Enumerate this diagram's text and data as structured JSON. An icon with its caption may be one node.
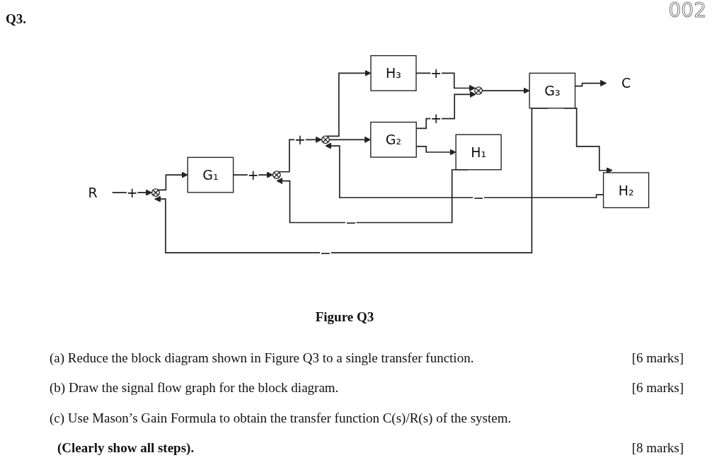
{
  "diagram": {
    "title": "Q3.",
    "caption": "Figure Q3",
    "nodes": [
      {
        "text": [
          "R"
        ]
      },
      {
        "text": [],
        "shape": "circle"
      },
      {
        "text": [
          "G₁"
        ]
      },
      {
        "text": [],
        "shape": "circle"
      },
      {
        "text": [],
        "shape": "circle"
      },
      {
        "text": [
          "H₃"
        ]
      },
      {
        "text": [
          "G₂"
        ]
      },
      {
        "text": [
          "H₁"
        ]
      },
      {
        "text": [
          "H₂"
        ]
      },
      {
        "text": [],
        "shape": "circle"
      },
      {
        "text": [
          "G₃"
        ]
      },
      {
        "text": [
          "C"
        ]
      }
    ],
    "edges": [
      {
        "from": 0,
        "to": 1,
        "arrow": "to",
        "label": "+"
      },
      {
        "from": 1,
        "to": 2,
        "arrow": "to"
      },
      {
        "from": 2,
        "to": 3,
        "arrow": "to",
        "label": "+"
      },
      {
        "from": 3,
        "to": 4,
        "arrow": "to",
        "label": "+"
      },
      {
        "from": 4,
        "to": 5,
        "arrow": "to"
      },
      {
        "from": 4,
        "to": 6,
        "arrow": "to"
      },
      {
        "from": 5,
        "to": 9,
        "arrow": "to",
        "label": "+"
      },
      {
        "from": 6,
        "to": 9,
        "arrow": "to",
        "label": "+"
      },
      {
        "from": 6,
        "to": 7,
        "arrow": "to"
      },
      {
        "from": 7,
        "to": 3,
        "arrow": "to",
        "label": "−"
      },
      {
        "from": 9,
        "to": 10,
        "arrow": "to"
      },
      {
        "from": 10,
        "to": 11,
        "arrow": "to"
      },
      {
        "from": 10,
        "to": 8,
        "arrow": "to"
      },
      {
        "from": 8,
        "to": 4,
        "arrow": "to",
        "label": "−"
      },
      {
        "from": 10,
        "to": 1,
        "arrow": "to",
        "label": "−"
      }
    ],
    "labels": [
      "002",
      "(a) Reduce the block diagram shown in Figure Q3 to a single transfer function.",
      "[6 marks]",
      "(b) Draw the signal flow graph for the block diagram.",
      "[6 marks]",
      "(c) Use Mason’s Gain Formula to obtain the transfer function C(s)/R(s) of the system.",
      "(Clearly show all steps).",
      "[8 marks]"
    ]
  }
}
